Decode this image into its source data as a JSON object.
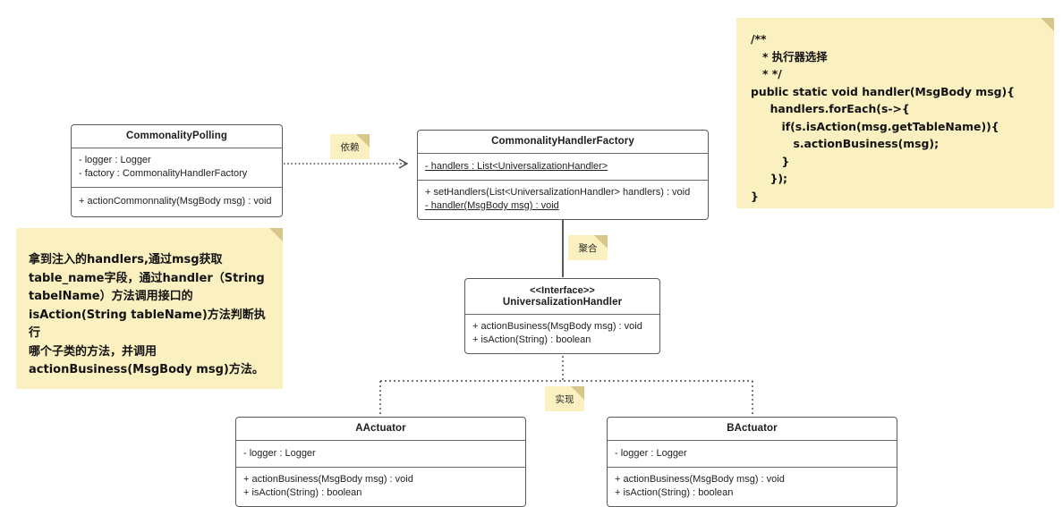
{
  "diagram": {
    "type": "uml-class-diagram",
    "background": "#ffffff",
    "note_color": "#fbf0c0",
    "note_fold_color": "#d8c68a",
    "line_color": "#5a5a5a"
  },
  "classes": {
    "commonality_polling": {
      "name": "CommonalityPolling",
      "attributes": [
        "- logger :  Logger",
        "- factory : CommonalityHandlerFactory"
      ],
      "operations": [
        "+ actionCommonnality(MsgBody msg) : void"
      ]
    },
    "commonality_handler_factory": {
      "name": "CommonalityHandlerFactory",
      "attributes": [
        "- handlers : List<UniversalizationHandler>  "
      ],
      "attributes_static": [
        true
      ],
      "operations": [
        "+ setHandlers(List<UniversalizationHandler> handlers) : void",
        "- handler(MsgBody msg) : void"
      ],
      "operations_static": [
        false,
        true
      ]
    },
    "universalization_handler": {
      "stereotype": "<<Interface>>",
      "name": "UniversalizationHandler",
      "operations": [
        "+ actionBusiness(MsgBody msg) : void",
        "+ isAction(String) : boolean"
      ]
    },
    "a_actuator": {
      "name": "AActuator",
      "attributes": [
        "- logger :  Logger"
      ],
      "operations": [
        "+ actionBusiness(MsgBody msg) : void",
        "+ isAction(String) : boolean"
      ]
    },
    "b_actuator": {
      "name": "BActuator",
      "attributes": [
        "- logger :  Logger"
      ],
      "operations": [
        "+ actionBusiness(MsgBody msg) : void",
        "+ isAction(String) : boolean"
      ]
    }
  },
  "relationships": {
    "dependency_label": "依赖",
    "aggregation_label": "聚合",
    "realization_label": "实现"
  },
  "notes": {
    "code_note": "/**\n   * 执行器选择\n   * */\npublic static void handler(MsgBody msg){\n     handlers.forEach(s->{\n        if(s.isAction(msg.getTableName)){\n           s.actionBusiness(msg);\n        }\n     });\n}",
    "explanation_note": "拿到注入的handlers,通过msg获取\ntable_name字段，通过handler（String\ntabelName）方法调用接口的\nisAction(String tableName)方法判断执行\n哪个子类的方法，并调用\nactionBusiness(MsgBody msg)方法。"
  }
}
